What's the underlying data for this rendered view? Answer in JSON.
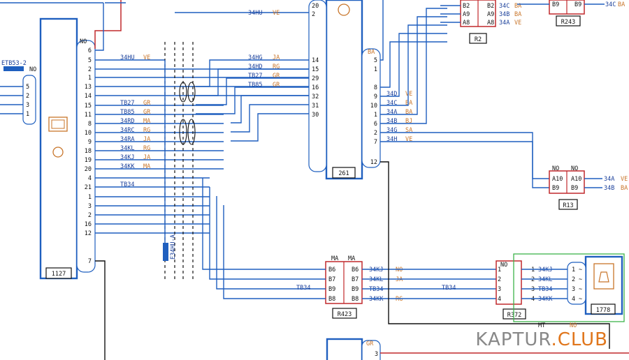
{
  "components": {
    "c1127": "1127",
    "c261": "261",
    "c1778": "1778"
  },
  "connectors": {
    "r2": "R2",
    "r243": "R243",
    "r13": "R13",
    "r423": "R423",
    "r372": "R372",
    "etb53": "ETB53-2",
    "e34hu": "E34HU-A"
  },
  "left_pins": {
    "header": "NO",
    "pins": [
      "6",
      "5",
      "2",
      "1",
      "13",
      "14",
      "15",
      "11",
      "8",
      "10",
      "9",
      "18",
      "19",
      "20",
      "4",
      "21",
      "1",
      "3",
      "2",
      "16",
      "12",
      "7"
    ],
    "wires": [
      "",
      "34HU",
      "",
      "",
      "",
      "",
      "TB27",
      "TB85",
      "34RD",
      "34RC",
      "34RA",
      "34KL",
      "34KJ",
      "34KK",
      "",
      "TB34",
      "",
      "",
      "",
      "",
      "",
      ""
    ],
    "colors": [
      "",
      "VE",
      "",
      "",
      "",
      "",
      "GR",
      "GR",
      "MA",
      "RG",
      "JA",
      "RG",
      "JA",
      "MA",
      "",
      "",
      "",
      "",
      "",
      "",
      "",
      ""
    ]
  },
  "etb_pins": {
    "header": "NO",
    "pins": [
      "5",
      "2",
      "3",
      "1"
    ]
  },
  "mid_wires": {
    "wires": [
      "34HG",
      "34HD",
      "TB27",
      "TB85"
    ],
    "colors": [
      "JA",
      "RG",
      "GR",
      "GR"
    ],
    "top_wire": "34HU",
    "top_color": "VE"
  },
  "c261_left_pins": [
    "20",
    "2",
    "14",
    "15",
    "29",
    "16",
    "32",
    "31",
    "30"
  ],
  "c261_right": {
    "header": "BA",
    "pins": [
      "5",
      "1",
      "8",
      "9",
      "10",
      "1",
      "6",
      "2",
      "7",
      "12"
    ],
    "wires": [
      "",
      "",
      "",
      "34D",
      "34C",
      "34A",
      "34B",
      "34G",
      "34H",
      ""
    ],
    "colors": [
      "",
      "",
      "",
      "VE",
      "BA",
      "BA",
      "BJ",
      "SA",
      "VE",
      ""
    ]
  },
  "r2": {
    "left": [
      "B2",
      "A9",
      "A8"
    ],
    "right": [
      "B2",
      "A9",
      "A8"
    ],
    "wires": [
      "34C",
      "34B",
      "34A"
    ],
    "colors": [
      "BA",
      "BA",
      "VE"
    ]
  },
  "r243": {
    "left": "B9",
    "right": "B9",
    "wire": "34C",
    "color": "BA"
  },
  "r13": {
    "header_left": "NO",
    "header_right": "NO",
    "left": [
      "A10",
      "B9"
    ],
    "right": [
      "A10",
      "B9"
    ],
    "wires": [
      "34A",
      "34B"
    ],
    "colors": [
      "VE",
      "BA"
    ]
  },
  "r423": {
    "header_left": "MA",
    "header_right": "MA",
    "left": [
      "B6",
      "B7",
      "B9",
      "B8"
    ],
    "right": [
      "B6",
      "B7",
      "B9",
      "B8"
    ],
    "wires": [
      "34KJ",
      "34KL",
      "TB34",
      "34KK"
    ],
    "colors": [
      "NO",
      "JA",
      "",
      "RG"
    ],
    "left_wire": "TB34"
  },
  "r372": {
    "header": "NO",
    "pins": [
      "1",
      "2",
      "3",
      "4"
    ],
    "mid_wire": "TB34"
  },
  "c1778": {
    "pins": [
      "1",
      "2",
      "3",
      "4"
    ],
    "wires": [
      "34KJ",
      "34KL",
      "TB34",
      "34KK"
    ],
    "right_pins": [
      "1",
      "2",
      "3",
      "4"
    ],
    "symbols": [
      "~",
      "~",
      "~",
      "~"
    ]
  },
  "bottom": {
    "wire": "MT",
    "color": "NO",
    "box_color": "GR",
    "box_pin": "3"
  },
  "watermark": {
    "brand": "KAPTUR",
    "suffix": ".CLUB"
  },
  "colors": {
    "wire_blue": "#1f5fbf",
    "wire_red": "#c0282c",
    "label_orange": "#c8752a",
    "ground_green": "#3db34a"
  }
}
